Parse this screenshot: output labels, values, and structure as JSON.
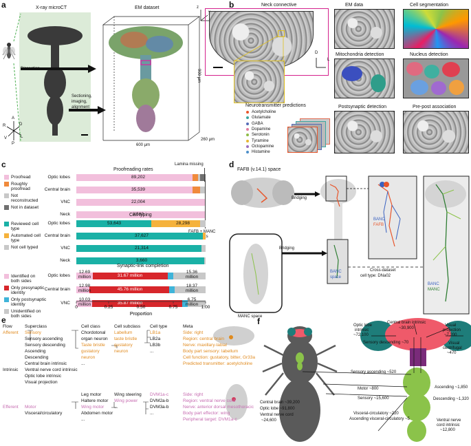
{
  "panels": {
    "a": "a",
    "b": "b",
    "c": "c",
    "d": "d",
    "e": "e",
    "f": "f"
  },
  "a": {
    "xray_title": "X-ray microCT",
    "em_title": "EM dataset",
    "dissection": "Dissection",
    "sectioning": [
      "Sectioning,",
      "imaging,",
      "alignment"
    ],
    "axes": {
      "A": "A",
      "D": "D",
      "L": "L",
      "R": "R",
      "V": "V",
      "P": "P"
    },
    "dim_w": "600 μm",
    "dim_h": "900 μm",
    "dim_d": "260 μm",
    "xyz": {
      "x": "x",
      "y": "y",
      "z": "z"
    }
  },
  "b": {
    "neck": "Neck connective",
    "em_data": "EM data",
    "cell_seg": "Cell segmentation",
    "mito": "Mitochondria detection",
    "nucleus": "Nucleus detection",
    "nt_title": "Neurotransmitter predictions",
    "postsyn": "Postsynaptic detection",
    "prepost": "Pre-post association",
    "axes": {
      "D": "D",
      "L": "L"
    },
    "nt": [
      {
        "name": "Acetylcholine",
        "color": "#e8552a"
      },
      {
        "name": "Glutamate",
        "color": "#3aa6a0"
      },
      {
        "name": "GABA",
        "color": "#556bb7"
      },
      {
        "name": "Dopamine",
        "color": "#e27b9e"
      },
      {
        "name": "Serotonin",
        "color": "#8fbc45"
      },
      {
        "name": "Tyramine",
        "color": "#e6b632"
      },
      {
        "name": "Octopamine",
        "color": "#9c6fc0"
      },
      {
        "name": "Histamine",
        "color": "#4d8fc9"
      }
    ]
  },
  "c": {
    "proof_title": "Proofreading rates",
    "lamina": "Lamina missing",
    "proof_legend": [
      "Proofread",
      "Roughly proofread",
      "Not reconstructed",
      "Not in dataset"
    ],
    "rows": [
      "Optic lobes",
      "Central brain",
      "VNC",
      "Neck"
    ],
    "proof_values": [
      "89,202",
      "35,539",
      "22,004",
      "3,680"
    ],
    "fafb_note": [
      "FAFB + MANC",
      "counts"
    ],
    "type_title": "Cell typing",
    "type_legend": [
      "Reviewed cell type",
      "Automated cell type",
      "Not cell typed"
    ],
    "type_values": [
      "53,643",
      "28,298",
      "37,627",
      "21,314",
      "3,660"
    ],
    "syn_title": "Synaptic-link completion",
    "syn_legend": [
      "Identified on both sides",
      "Only presynaptic identity",
      "Only postsynaptic identity",
      "Unidentified on both sides"
    ],
    "syn_rows": [
      "Optic lobes",
      "Central brain",
      "VNC"
    ],
    "syn_values": [
      [
        "12.69",
        "million",
        "31.67 million",
        "15.36",
        "million"
      ],
      [
        "12.98",
        "million",
        "45.76 million",
        "18.37",
        "million"
      ],
      [
        "10.03",
        "million",
        "35.87 million",
        "6.75",
        "million"
      ]
    ],
    "xaxis": {
      "ticks": [
        "0",
        "0.25",
        "0.50",
        "0.75",
        "1.00"
      ],
      "label": "Proportion"
    },
    "proof_fracs": [
      {
        "p": 0.9,
        "r": 0.04,
        "n": 0.02,
        "d": 0.04
      },
      {
        "p": 0.9,
        "r": 0.06,
        "n": 0.04,
        "d": 0
      },
      {
        "p": 1.0,
        "r": 0,
        "n": 0,
        "d": 0
      },
      {
        "p": 1.0,
        "r": 0,
        "n": 0,
        "d": 0
      }
    ],
    "type_fracs": [
      {
        "r": 0.58,
        "a": 0.38,
        "n": 0.04
      },
      {
        "r": 0.98,
        "a": 0.02,
        "n": 0
      },
      {
        "r": 0.97,
        "a": 0,
        "n": 0.03
      },
      {
        "r": 0.99,
        "a": 0,
        "n": 0.01
      }
    ],
    "syn_fracs": [
      {
        "b": 0.13,
        "pre": 0.58,
        "post": 0.04,
        "u": 0.25
      },
      {
        "b": 0.1,
        "pre": 0.62,
        "post": 0.04,
        "u": 0.24
      },
      {
        "b": 0.12,
        "pre": 0.7,
        "post": 0.04,
        "u": 0.14
      }
    ],
    "colors": {
      "pink": "#f2bfdc",
      "orange": "#f08a3c",
      "lightgray": "#c8c8c8",
      "darkgray": "#707070",
      "teal": "#1ab1a6",
      "yellow": "#f5b23c",
      "red": "#d7262b",
      "cyan": "#3fb4d9"
    }
  },
  "d": {
    "fafb": "FAFB (v.14.1) space",
    "bridging1": "Bridging",
    "bridging2": "Bridging",
    "banc": "BANC",
    "fafb_label": "FAFB",
    "banc_space": [
      "BANC",
      "space"
    ],
    "manc": "MANC space",
    "cross": [
      "Cross-dataset",
      "cell type: DNa02"
    ],
    "banc2": "BANC",
    "manc2": "MANC"
  },
  "e": {
    "headers": [
      "Flow",
      "Superclass",
      "Cell class",
      "Cell subclass",
      "Cell type",
      "Meta"
    ],
    "afferent": "Afferent",
    "intrinsic": "Intrinsic",
    "efferent": "Efferent",
    "superclasses": [
      "Sensory",
      "Sensory ascending",
      "Sensory descending",
      "Ascending",
      "Descending",
      "Central brain intrinsic",
      "Ventral nerve cord intrinsic",
      "Optic lobe intrinsic",
      "Visual projection",
      "Motor",
      "Visceral/circulatory"
    ],
    "cellclass1": [
      "Chordotonal",
      "organ neuron"
    ],
    "cellclass2": [
      "Taste bristle",
      "gustatory",
      "neuron"
    ],
    "cellclass_dots": "...",
    "subclass1": [
      "Labellum",
      "taste bristle",
      "gustatory",
      "neuron"
    ],
    "types1": [
      "LB1a",
      "LB2a",
      "LB3b",
      "..."
    ],
    "meta1": [
      "Side: right",
      "Region: central brain",
      "Nerve: maxillary-labial",
      "Body part sensory: labellum",
      "Cell function: gustatory, bitter, Gr33a",
      "Predicted transmitter: acetylcholine"
    ],
    "cellclass3": [
      "Leg motor",
      "Haltere motor",
      "Wing motor",
      "Abdomen motor",
      "..."
    ],
    "subclass3": [
      "Wing steering",
      "Wing power",
      "..."
    ],
    "types3": [
      "DVM1a-c",
      "DVM2a-b",
      "DVM3a-b",
      "..."
    ],
    "meta3": [
      "Side: right",
      "Region: ventral nerve cord",
      "Nerve: anterior dorsal mesothoracic",
      "Body part effector: wing",
      "Peripheral target: DVM1a-c"
    ]
  },
  "f": {
    "cb_intrinsic": "Central brain intrinsic",
    "cb_int_val": "~30,900",
    "ol_intrinsic": [
      "Optic lobe",
      "intrinsic",
      "~72,100"
    ],
    "visual_proj": [
      "Visual",
      "projection",
      "~7,200"
    ],
    "visual_cent": [
      "Visual",
      "centrifugal",
      "~470"
    ],
    "sens_desc": "Sensory descending ~70",
    "sens_asc": "Sensory ascending ~520",
    "ascending": "Ascending ~1,850",
    "motor": "Motor ~800",
    "sensory": "Sensory ~15,600",
    "descending": "Descending ~1,320",
    "central_brain": "Central brain ~39,200",
    "optic_lobe": "Optic lobe ~91,800",
    "vnc": [
      "Ventral nerve cord",
      "~24,600"
    ],
    "visc": "Visceral-circulatory ~220",
    "asc_visc": "Ascending visceral-circulatory ~5",
    "vnc_intrinsic": [
      "Ventral nerve",
      "cord intrinsic",
      "~12,800"
    ]
  }
}
